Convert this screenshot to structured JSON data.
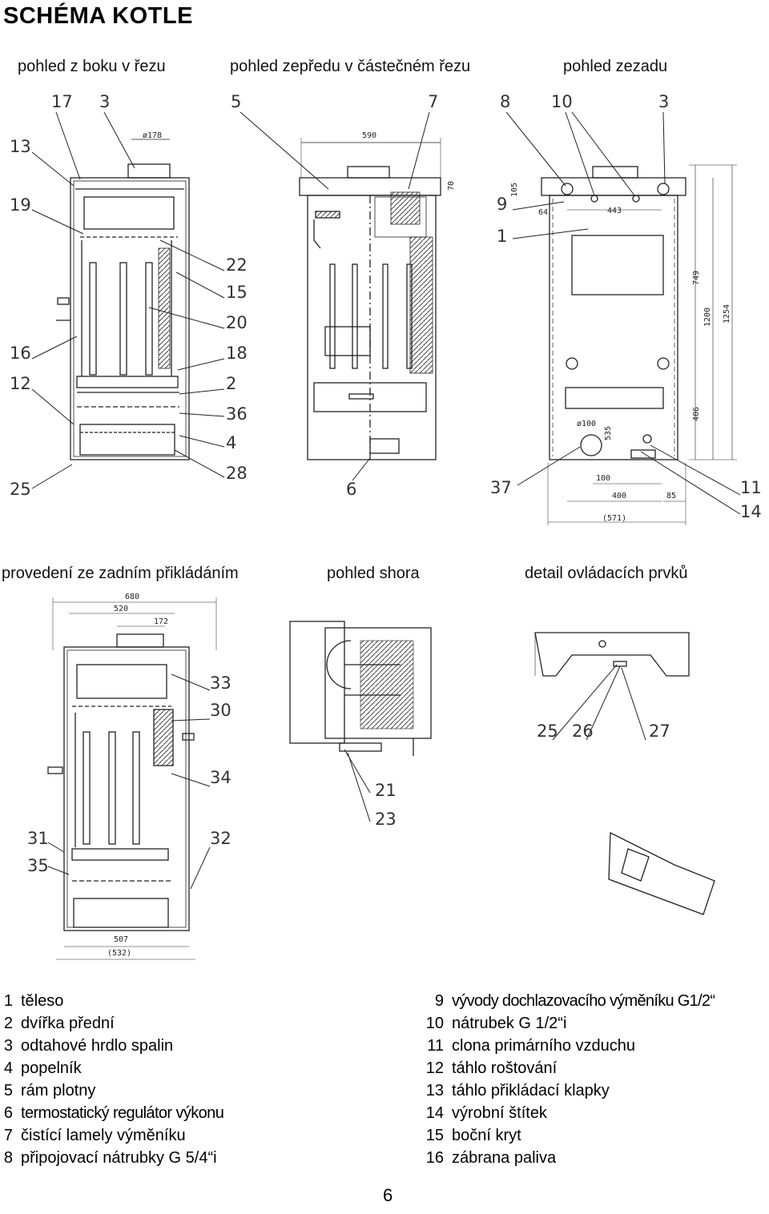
{
  "title": "SCHÉMA KOTLE",
  "captions": {
    "side_section": "pohled z boku v řezu",
    "front_partial": "pohled zepředu v částečném řezu",
    "rear_view": "pohled zezadu",
    "rear_loading": "provedení ze zadním přikládáním",
    "top_view": "pohled shora",
    "controls_detail": "detail ovládacích prvků"
  },
  "callouts": {
    "side": [
      "17",
      "3",
      "13",
      "19",
      "16",
      "12",
      "25"
    ],
    "middle": [
      "22",
      "15",
      "20",
      "18",
      "2",
      "36",
      "4",
      "28"
    ],
    "front": [
      "5",
      "7",
      "6"
    ],
    "rear": [
      "8",
      "10",
      "3",
      "9",
      "1",
      "37",
      "11",
      "14"
    ],
    "rear_loading": [
      "33",
      "30",
      "34",
      "32",
      "31",
      "35"
    ],
    "top": [
      "21",
      "23"
    ],
    "controls": [
      "25",
      "26",
      "27"
    ]
  },
  "dimensions": {
    "flue_diameter": "ø178",
    "front_width": "590",
    "front_70": "70",
    "rear_105": "105",
    "rear_64": "64",
    "rear_443": "443",
    "rear_749": "749",
    "rear_1200": "1200",
    "rear_1254": "1254",
    "rear_406": "406",
    "rear_d100": "ø100",
    "rear_535": "535",
    "rear_100": "100",
    "rear_400": "400",
    "rear_85": "85",
    "rear_571": "(571)",
    "rl_680": "680",
    "rl_520": "520",
    "rl_172": "172",
    "rl_507": "507",
    "rl_532": "(532)"
  },
  "legend_left": [
    {
      "n": "1",
      "t": "těleso"
    },
    {
      "n": "2",
      "t": "dvířka přední"
    },
    {
      "n": "3",
      "t": "odtahové hrdlo spalin"
    },
    {
      "n": "4",
      "t": "popelník"
    },
    {
      "n": "5",
      "t": "rám plotny"
    },
    {
      "n": "6",
      "t": "termostatický regulátor výkonu"
    },
    {
      "n": "7",
      "t": "čistící lamely výměníku"
    },
    {
      "n": "8",
      "t": "připojovací nátrubky G 5/4“i"
    }
  ],
  "legend_right": [
    {
      "n": "9",
      "t": "vývody dochlazovacího výměníku G1/2“"
    },
    {
      "n": "10",
      "t": "nátrubek G 1/2“i"
    },
    {
      "n": "11",
      "t": "clona primárního vzduchu"
    },
    {
      "n": "12",
      "t": "táhlo roštování"
    },
    {
      "n": "13",
      "t": "táhlo přikládací klapky"
    },
    {
      "n": "14",
      "t": "výrobní štítek"
    },
    {
      "n": "15",
      "t": "boční kryt"
    },
    {
      "n": "16",
      "t": "zábrana paliva"
    }
  ],
  "page_number": "6"
}
